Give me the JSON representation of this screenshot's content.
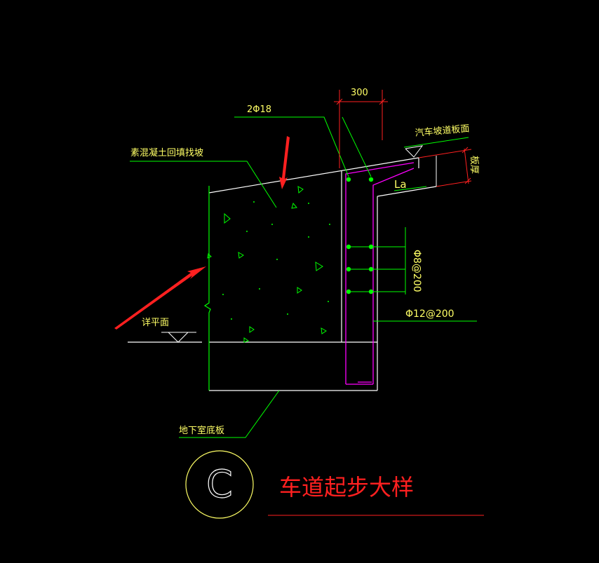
{
  "labels": {
    "rebar_top": "2Φ18",
    "dim_300": "300",
    "ramp_surface": "汽车坡道板面",
    "slab_thickness": "板厚",
    "backfill": "素混凝土回填找坡",
    "anchorage": "La",
    "stirrup_vertical": "Φ8@200",
    "stirrup_horizontal": "Φ12@200",
    "finish_level": "详平面",
    "basement_slab": "地下室底板",
    "circle_mark": "C",
    "title": "车道起步大样"
  },
  "colors": {
    "background": "#000000",
    "outline": "#ffffff",
    "leader": "#00ff00",
    "text": "#ffff66",
    "rebar": "#ff00ff",
    "dimension": "#ff2020",
    "title": "#ff2020",
    "arrow": "#ff2020",
    "circle": "#ffff66"
  }
}
